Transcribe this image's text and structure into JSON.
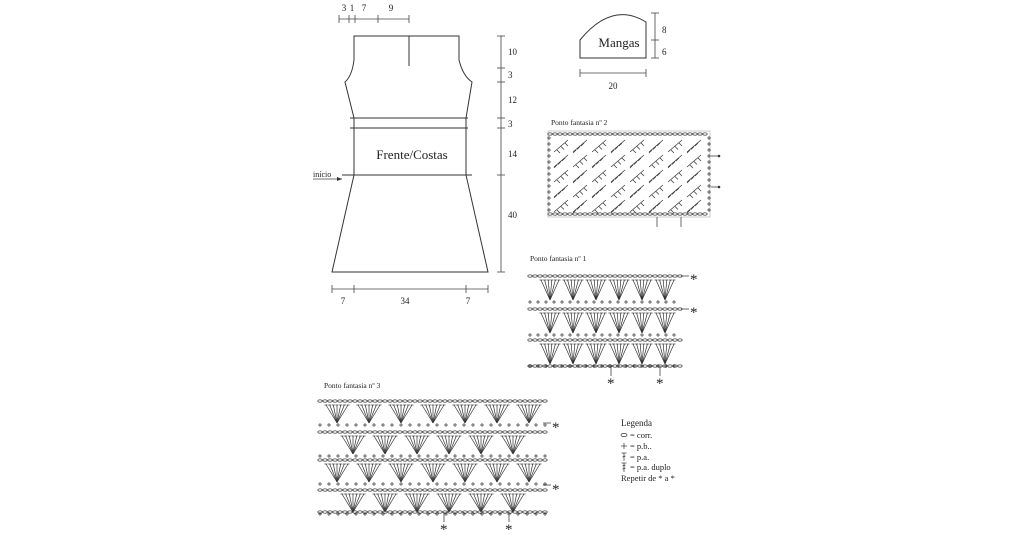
{
  "front_back": {
    "label": "Frente/Costas",
    "start_label": "início",
    "top_dims": [
      "3",
      "1",
      "7",
      "9"
    ],
    "side_dims": [
      "10",
      "3",
      "12",
      "3",
      "14",
      "40"
    ],
    "bottom_dims": [
      "7",
      "34",
      "7"
    ]
  },
  "sleeve": {
    "label": "Mangas",
    "side_dims": [
      "8",
      "6"
    ],
    "bottom_dim": "20"
  },
  "stitch_charts": [
    {
      "id": "fantasy2",
      "title": "Ponto fantasia nº 2"
    },
    {
      "id": "fantasy1",
      "title": "Ponto fantasia nº 1"
    },
    {
      "id": "fantasy3",
      "title": "Ponto fantasia nº 3"
    }
  ],
  "repeat_mark": "*",
  "legend": {
    "title": "Legenda",
    "items": [
      {
        "symbol": "chain",
        "text": "= corr."
      },
      {
        "symbol": "single-crochet",
        "text": "= p.b.."
      },
      {
        "symbol": "double-crochet",
        "text": "= p.a."
      },
      {
        "symbol": "treble-crochet",
        "text": "= p.a. duplo"
      }
    ],
    "repeat_note": "Repetir de * a *"
  }
}
